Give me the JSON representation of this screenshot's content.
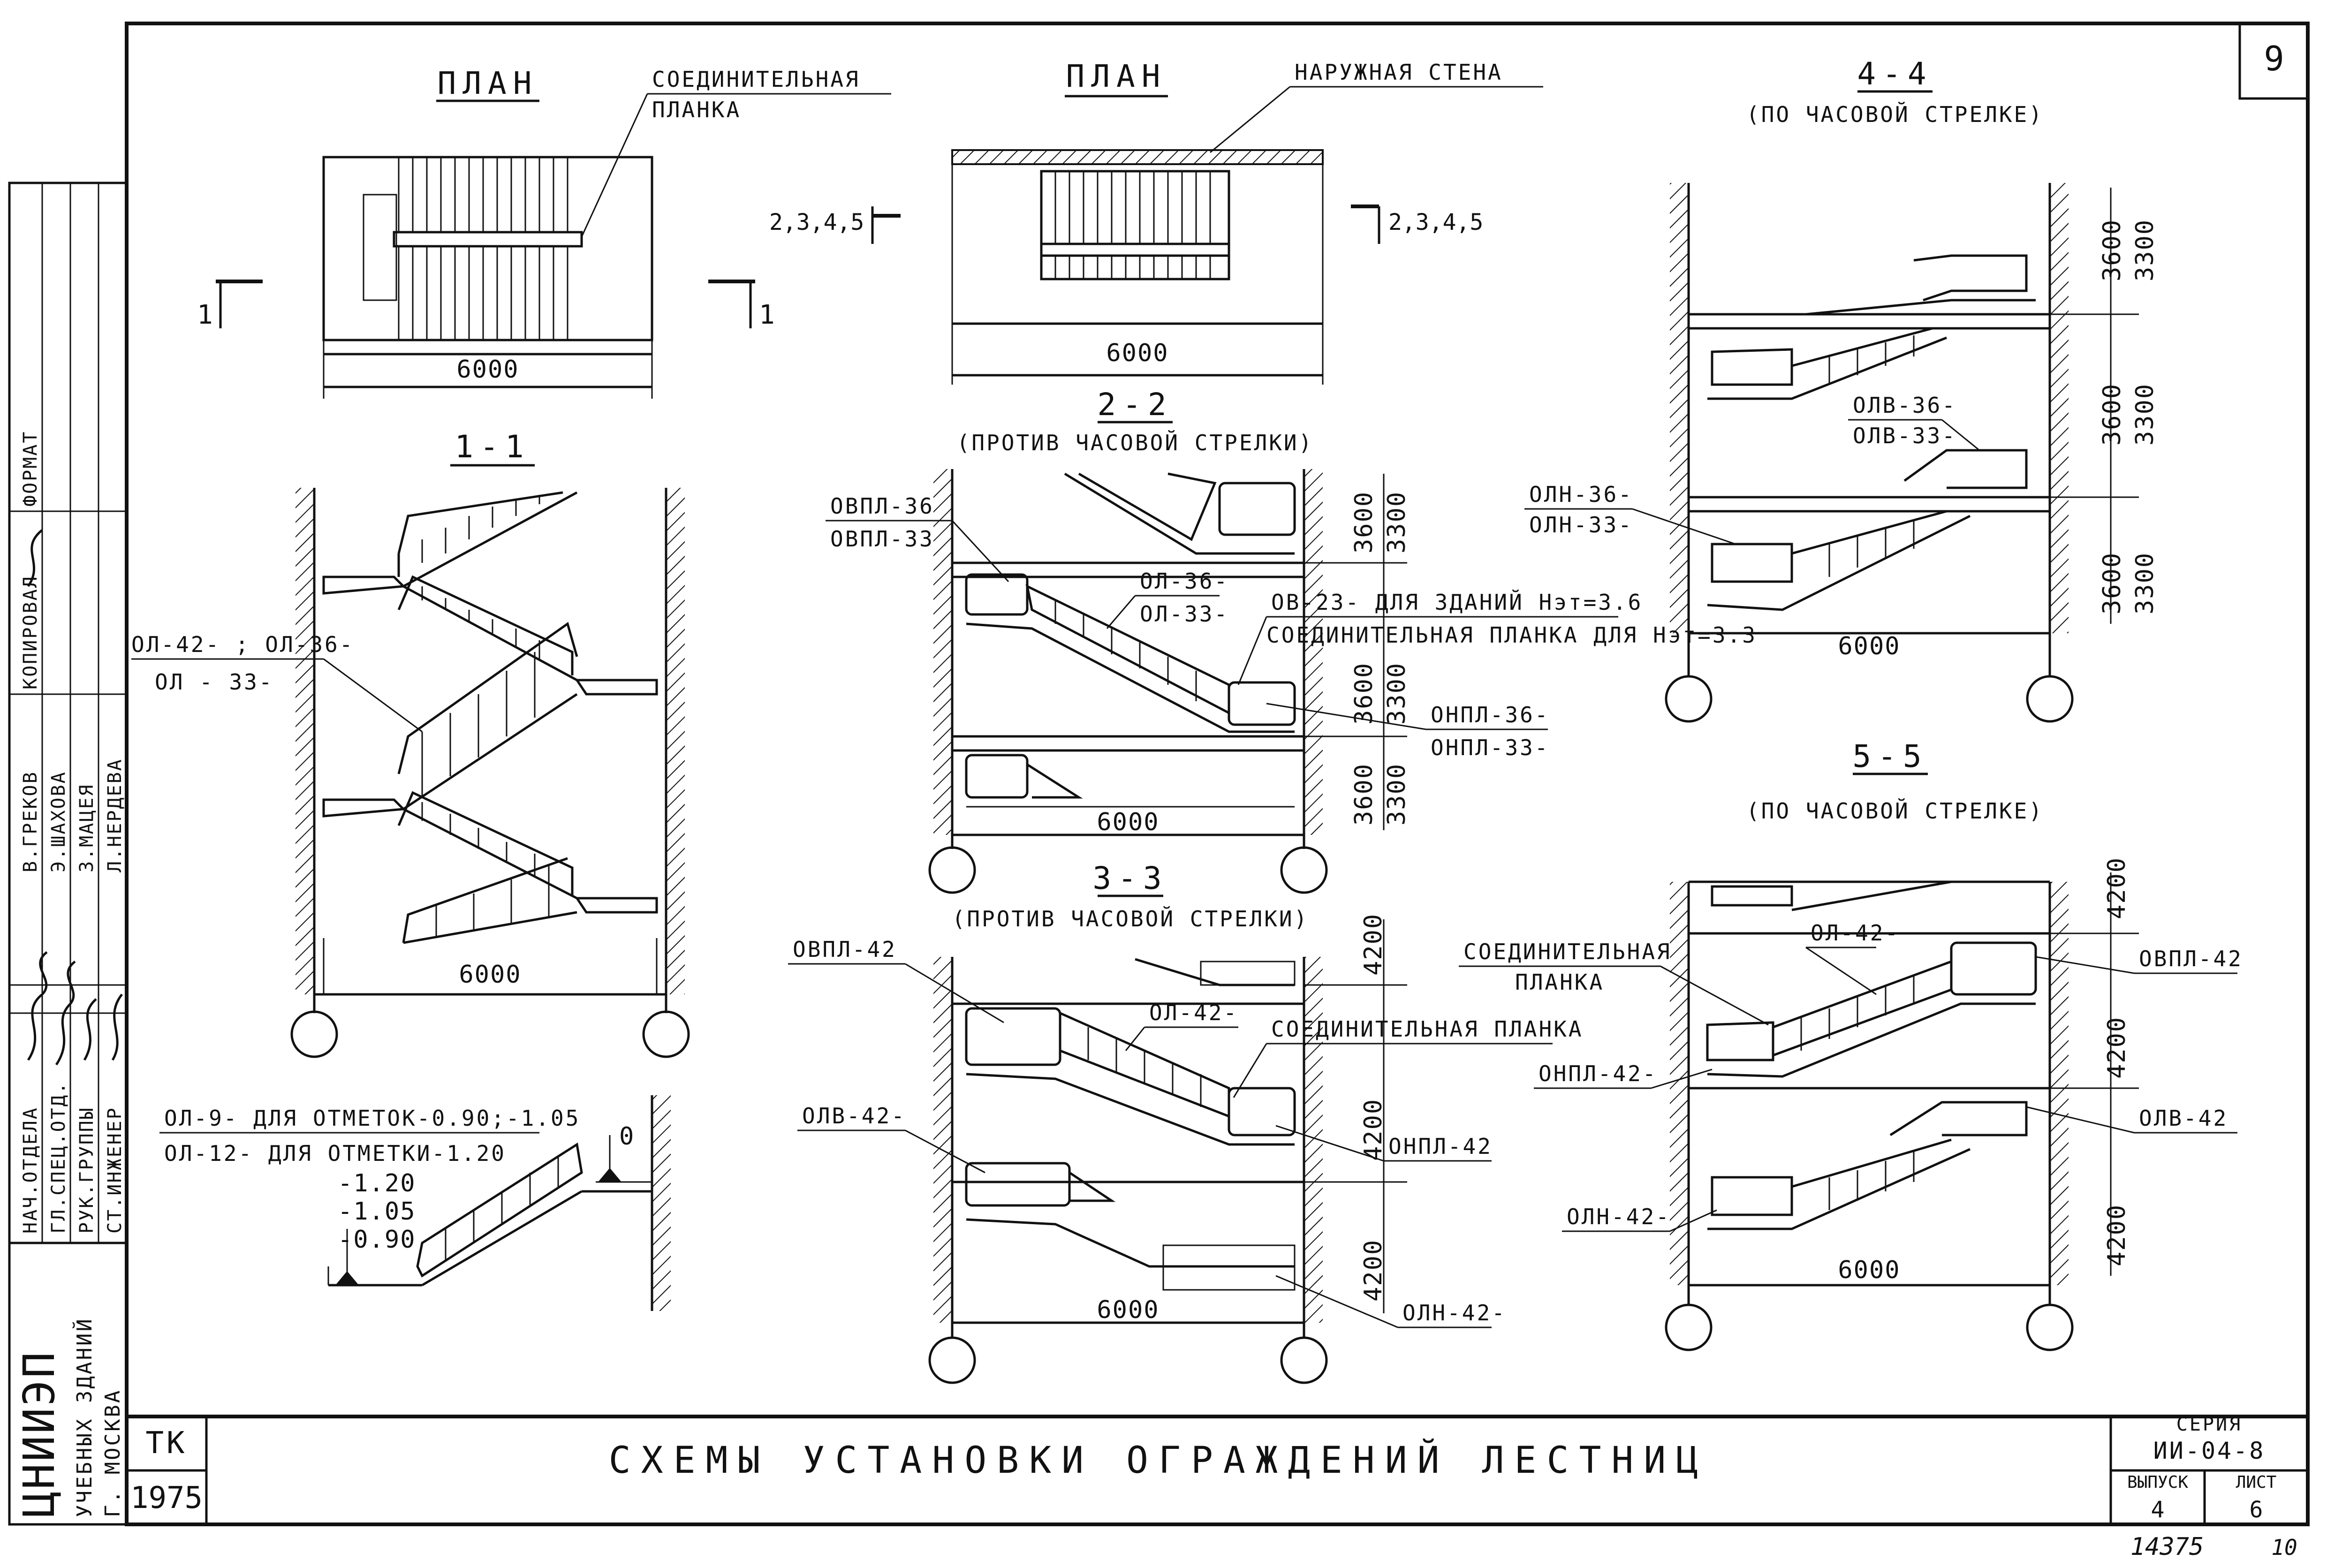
{
  "sheet": {
    "number": "9",
    "title": "СХЕМЫ УСТАНОВКИ ОГРАЖДЕНИЙ ЛЕСТНИЦ",
    "org_code": "ЦНИИЭП",
    "org_name_1": "УЧЕБНЫХ ЗДАНИЙ",
    "org_name_2": "Г. МОСКВА",
    "tk": "ТК",
    "year": "1975",
    "series_label": "СЕРИЯ",
    "series_value": "ИИ-04-8",
    "issue_label": "ВЫПУСК",
    "issue_value": "4",
    "list_label": "ЛИСТ",
    "list_value": "6",
    "footer_number": "14375",
    "footer_page": "10"
  },
  "stamp": {
    "roles": [
      "НАЧ.ОТДЕЛА",
      "ГЛ.СПЕЦ.ОТД.",
      "РУК.ГРУППЫ",
      "СТ.ИНЖЕНЕР"
    ],
    "names": [
      "В.ГРЕКОВ",
      "Э.ШАХОВА",
      "З.МАЦЕЯ",
      "Л.НЕРДЕВА"
    ],
    "copied": "КОПИРОВАЛ",
    "format": "ФОРМАТ"
  },
  "views": {
    "plan_1": {
      "title": "ПЛАН",
      "callout": [
        "СОЕДИНИТЕЛЬНАЯ",
        "ПЛАНКА"
      ],
      "dim": "6000",
      "cut_left": "1",
      "cut_right": "1"
    },
    "plan_2": {
      "title": "ПЛАН",
      "callout": "НАРУЖНАЯ СТЕНА",
      "dim": "6000",
      "cut_left": "2,3,4,5",
      "cut_right": "2,3,4,5"
    },
    "section_1": {
      "title": "1-1",
      "dim": "6000",
      "callout_1": "ОЛ-42- ; ОЛ-36-",
      "callout_2": "ОЛ - 33-"
    },
    "detail": {
      "line_1": "ОЛ-9-  ДЛЯ ОТМЕТОК-0.90;-1.05",
      "line_2": "ОЛ-12-  ДЛЯ ОТМЕТКИ-1.20",
      "marks": [
        "-1.20",
        "-1.05",
        "-0.90"
      ],
      "zero": "0"
    },
    "section_2": {
      "title": "2-2",
      "subtitle": "(ПРОТИВ ЧАСОВОЙ СТРЕЛКИ)",
      "dim": "6000",
      "heights": [
        [
          "3600",
          "3300"
        ],
        [
          "3600",
          "3300"
        ],
        [
          "3600",
          "3300"
        ]
      ],
      "c_ovpl_1": "ОВПЛ-36",
      "c_ovpl_2": "ОВПЛ-33",
      "c_ol_1": "ОЛ-36-",
      "c_ol_2": "ОЛ-33-",
      "c_ov": "ОВ-23-   ДЛЯ ЗДАНИЙ Hэт=3.6",
      "c_plank": "СОЕДИНИТЕЛЬНАЯ ПЛАНКА ДЛЯ Hэт=3.3",
      "c_onpl_1": "ОНПЛ-36-",
      "c_onpl_2": "ОНПЛ-33-"
    },
    "section_3": {
      "title": "3-3",
      "subtitle": "(ПРОТИВ ЧАСОВОЙ СТРЕЛКИ)",
      "dim": "6000",
      "heights": [
        "4200",
        "4200",
        "4200"
      ],
      "c_ovpl": "ОВПЛ-42",
      "c_ol": "ОЛ-42-",
      "c_plank": "СОЕДИНИТЕЛЬНАЯ ПЛАНКА",
      "c_olv": "ОЛВ-42-",
      "c_onpl": "ОНПЛ-42",
      "c_oln": "ОЛН-42-"
    },
    "section_4": {
      "title": "4-4",
      "subtitle": "(ПО ЧАСОВОЙ СТРЕЛКЕ)",
      "dim": "6000",
      "heights": [
        [
          "3600",
          "3300"
        ],
        [
          "3600",
          "3300"
        ],
        [
          "3600",
          "3300"
        ]
      ],
      "c_olv_1": "ОЛВ-36-",
      "c_olv_2": "ОЛВ-33-",
      "c_oln_1": "ОЛН-36-",
      "c_oln_2": "ОЛН-33-"
    },
    "section_5": {
      "title": "5-5",
      "subtitle": "(ПО ЧАСОВОЙ СТРЕЛКЕ)",
      "dim": "6000",
      "heights": [
        "4200",
        "4200",
        "4200"
      ],
      "c_plank_1": "СОЕДИНИТЕЛЬНАЯ",
      "c_plank_2": "ПЛАНКА",
      "c_ol": "ОЛ-42-",
      "c_ovpl": "ОВПЛ-42",
      "c_onpl": "ОНПЛ-42-",
      "c_olv": "ОЛВ-42",
      "c_oln": "ОЛН-42-"
    }
  }
}
